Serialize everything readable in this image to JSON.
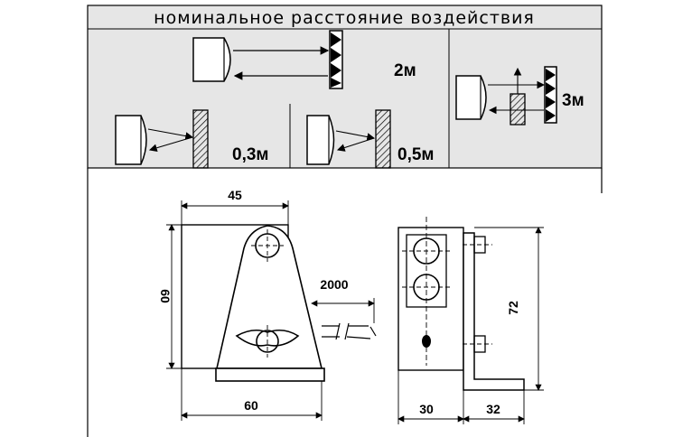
{
  "header": {
    "title": "номинальное расстояние воздействия",
    "background": "#e6e6e6"
  },
  "ranges": {
    "reflector_direct": "2м",
    "diffuse_short": "0,3м",
    "diffuse_long": "0,5м",
    "retro_barrier": "3м"
  },
  "dimensions": {
    "width_top": "45",
    "height_left": "60",
    "base_width": "60",
    "cable_length": "2000",
    "side_height": "72",
    "side_depth": "30",
    "bracket_depth": "32"
  },
  "colors": {
    "panel_background": "#e6e6e6",
    "line": "#000000"
  }
}
